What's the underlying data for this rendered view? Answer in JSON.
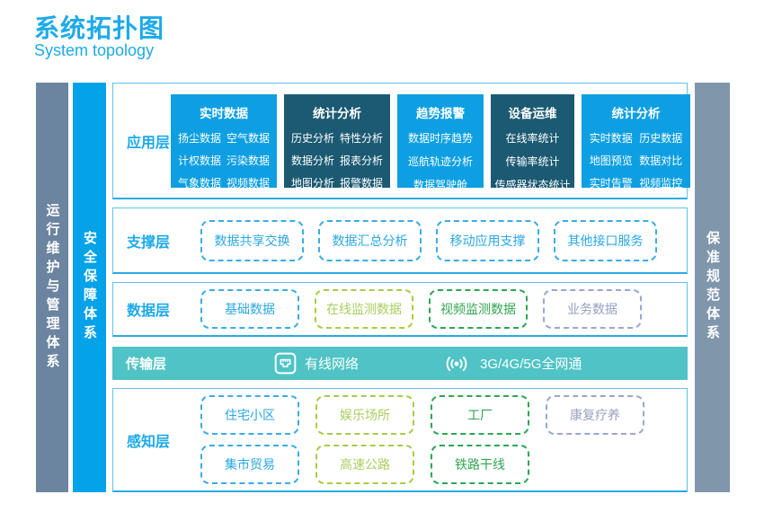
{
  "header": {
    "title": "系统拓扑图",
    "subtitle": "System topology"
  },
  "sidebars": {
    "left_outer": "运行维护与管理体系",
    "left_inner": "安全保障体系",
    "right": "保准规范体系"
  },
  "layers": {
    "application": {
      "label": "应用层",
      "columns": [
        {
          "title": "实时数据",
          "theme": "bright",
          "items": [
            "扬尘数据",
            "空气数据",
            "计权数据",
            "污染数据",
            "气象数据",
            "视频数据"
          ]
        },
        {
          "title": "统计分析",
          "theme": "dark",
          "items": [
            "历史分析",
            "特性分析",
            "数据分析",
            "报表分析",
            "地图分析",
            "报警数据"
          ]
        },
        {
          "title": "趋势报警",
          "theme": "bright",
          "items": [
            "数据时序趋势",
            "巡航轨迹分析",
            "数据驾驶舱"
          ]
        },
        {
          "title": "设备运维",
          "theme": "dark",
          "items": [
            "在线率统计",
            "传输率统计",
            "传感器状态统计"
          ]
        },
        {
          "title": "统计分析",
          "theme": "bright",
          "items": [
            "实时数据",
            "历史数据",
            "地图预览",
            "数据对比",
            "实时告警",
            "视频监控"
          ]
        }
      ]
    },
    "support": {
      "label": "支撑层",
      "items": [
        "数据共享交换",
        "数据汇总分析",
        "移动应用支撑",
        "其他接口服务"
      ]
    },
    "data": {
      "label": "数据层",
      "items": [
        "基础数据",
        "在线监测数据",
        "视频监测数据",
        "业务数据"
      ]
    },
    "transmission": {
      "label": "传输层",
      "wired": "有线网络",
      "wireless": "3G/4G/5G全网通",
      "icons": [
        "ethernet-port-icon",
        "wireless-signal-icon"
      ]
    },
    "perception": {
      "label": "感知层",
      "row1": [
        "住宅小区",
        "娱乐场所",
        "工厂",
        "康复疗养"
      ],
      "row2": [
        "集市贸易",
        "高速公路",
        "铁路干线"
      ]
    }
  },
  "colors": {
    "accent_blue": "#1daae9",
    "col_bright": "#0d9fe2",
    "col_dark": "#1b5a72",
    "bar_gray": "#6b84a0",
    "bar_gray_light": "#8096ab",
    "bar_blue": "#04a2e9",
    "transmission_teal": "#4fc3c5",
    "lime": "#a6cc47",
    "green": "#2ca653",
    "slate": "#97a7d4"
  }
}
